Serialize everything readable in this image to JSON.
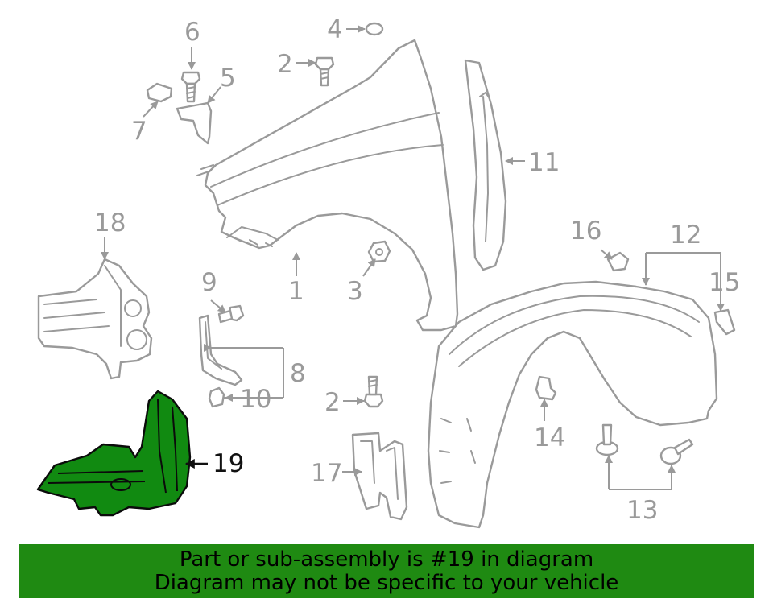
{
  "diagram": {
    "labels": {
      "p1": "1",
      "p2a": "2",
      "p2b": "2",
      "p3": "3",
      "p4": "4",
      "p5": "5",
      "p6": "6",
      "p7": "7",
      "p8": "8",
      "p9": "9",
      "p10": "10",
      "p11": "11",
      "p12": "12",
      "p13": "13",
      "p14": "14",
      "p15": "15",
      "p16": "16",
      "p17": "17",
      "p18": "18",
      "p19": "19"
    },
    "highlighted_part": "19",
    "colors": {
      "highlight": "#118a11",
      "banner": "#1f8a12",
      "line": "#9a9a9a"
    }
  },
  "banner": {
    "line1": "Part or sub-assembly is #19 in diagram",
    "line2": "Diagram may not be specific to your vehicle"
  }
}
